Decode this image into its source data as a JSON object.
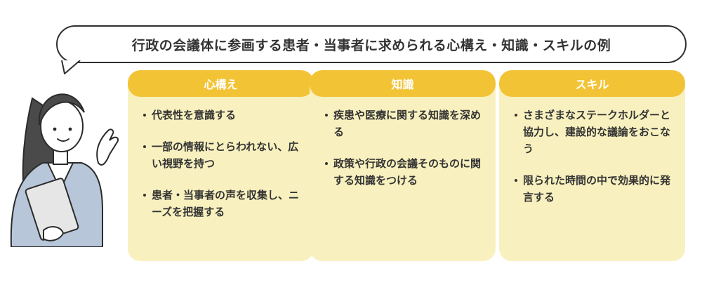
{
  "bubble": {
    "title": "行政の会議体に参画する患者・当事者に求められる心構え・知識・スキルの例"
  },
  "columns": [
    {
      "header": "心構え",
      "items": [
        "代表性を意識する",
        "一部の情報にとらわれない、広い視野を持つ",
        "患者・当事者の声を収集し、ニーズを把握する"
      ]
    },
    {
      "header": "知識",
      "items": [
        "疾患や医療に関する知識を深める",
        "政策や行政の会議そのものに関する知識をつける"
      ]
    },
    {
      "header": "スキル",
      "items": [
        "さまざまなステークホルダーと協力し、建設的な議論をおこなう",
        "限られた時間の中で効果的に発言する"
      ]
    }
  ],
  "colors": {
    "header_fill": "#f2c335",
    "card_fill": "#f8f1bf",
    "jacket": "#b7c6d9",
    "hair": "#4a4a4a"
  }
}
